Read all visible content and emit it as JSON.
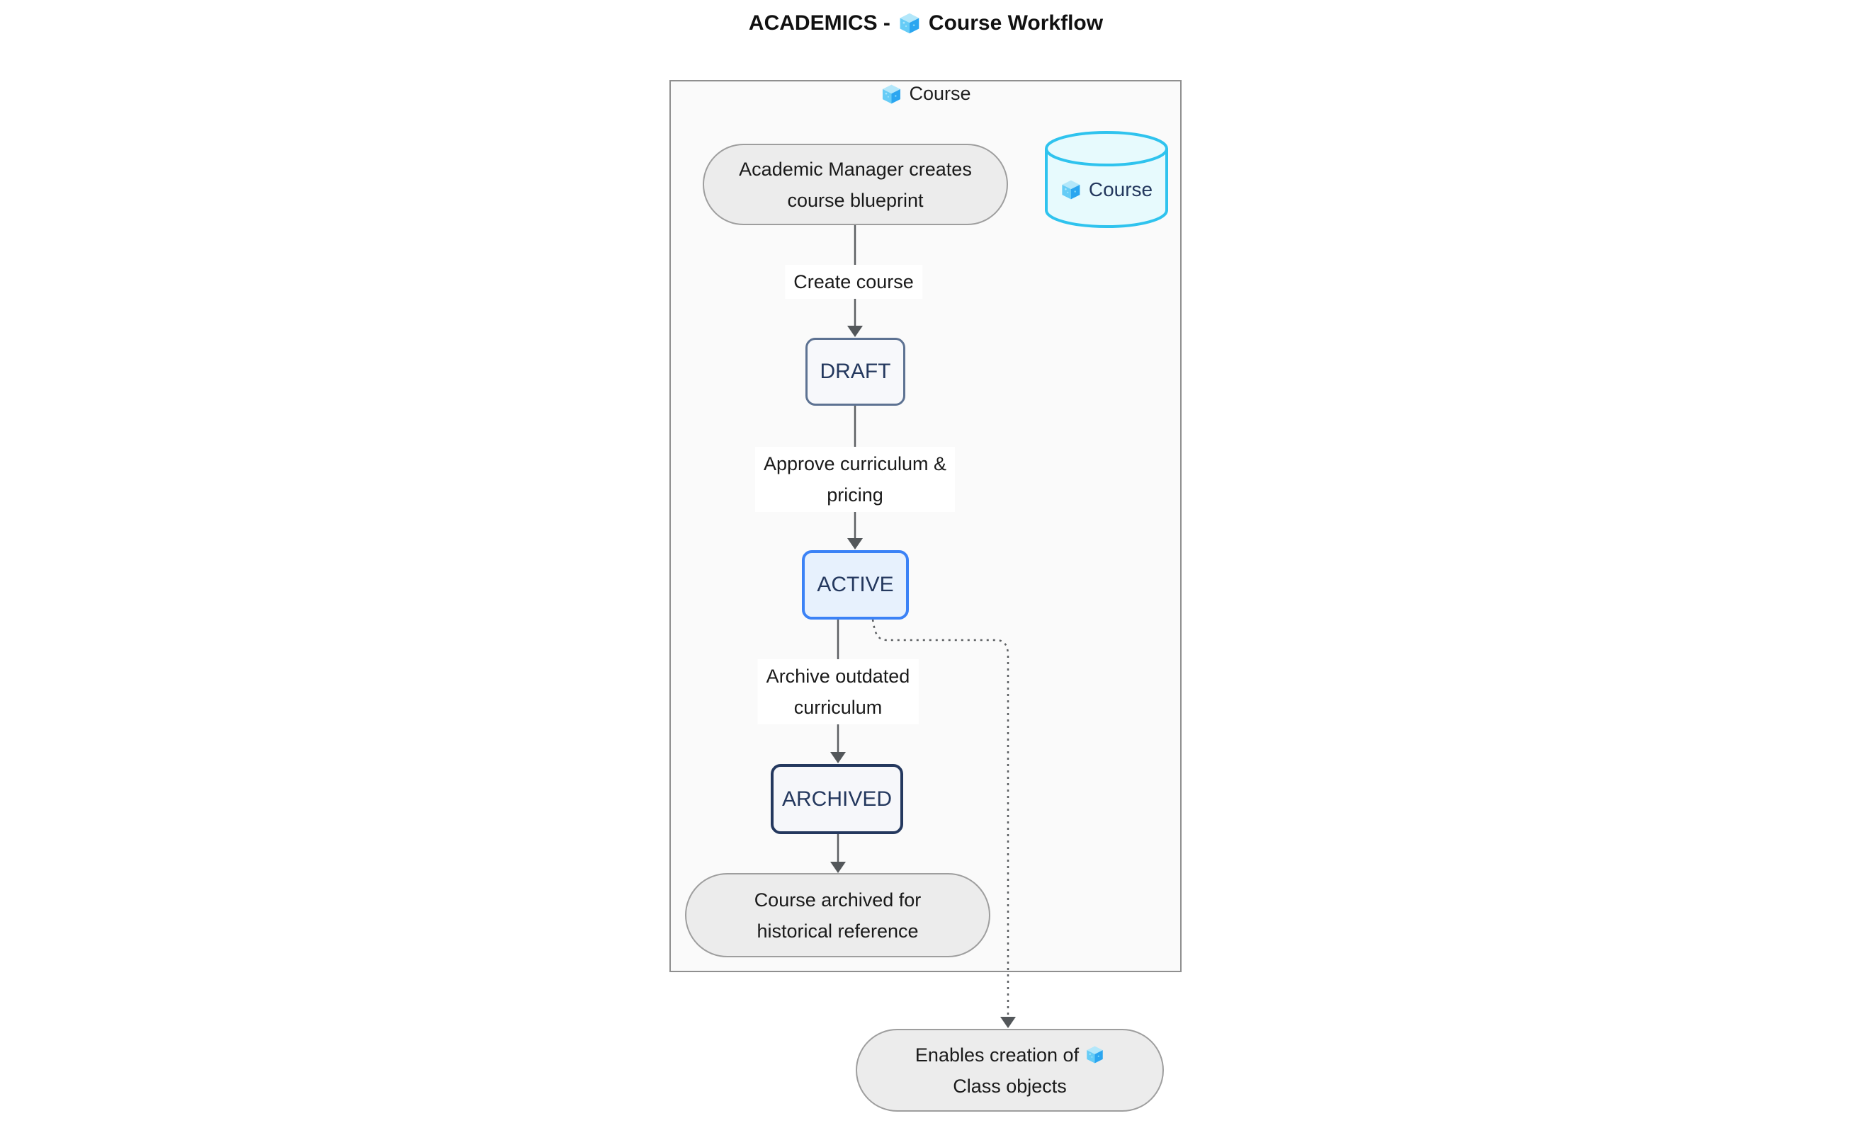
{
  "title": {
    "prefix": "ACADEMICS -",
    "icon": "cube-icon",
    "suffix": "Course Workflow"
  },
  "container": {
    "icon": "cube-icon",
    "label": "Course"
  },
  "datastore": {
    "icon": "cube-icon",
    "label": "Course"
  },
  "nodes": {
    "start": {
      "line1": "Academic Manager creates",
      "line2": "course blueprint"
    },
    "draft": "DRAFT",
    "active": "ACTIVE",
    "archived": "ARCHIVED",
    "end": {
      "line1": "Course archived for",
      "line2": "historical reference"
    },
    "enables": {
      "line1": "Enables creation of",
      "icon": "cube-icon",
      "line2": "Class objects"
    }
  },
  "edges": {
    "create": "Create course",
    "approve_line1": "Approve curriculum &",
    "approve_line2": "pricing",
    "archive_line1": "Archive outdated",
    "archive_line2": "curriculum"
  },
  "colors": {
    "container_border": "#8f8f8f",
    "container_fill": "#fafafa",
    "pill_fill": "#ececec",
    "pill_border": "#9e9e9e",
    "draft_border": "#5d7292",
    "draft_fill": "#f7f8fb",
    "active_border": "#3b82f6",
    "active_fill": "#e7f1fd",
    "archived_border": "#24385e",
    "archived_fill": "#f6f7fa",
    "datastore_border": "#2fc3ee",
    "datastore_fill": "#e7fafd",
    "node_text": "#24385e",
    "edge_color": "#5c5f62"
  }
}
